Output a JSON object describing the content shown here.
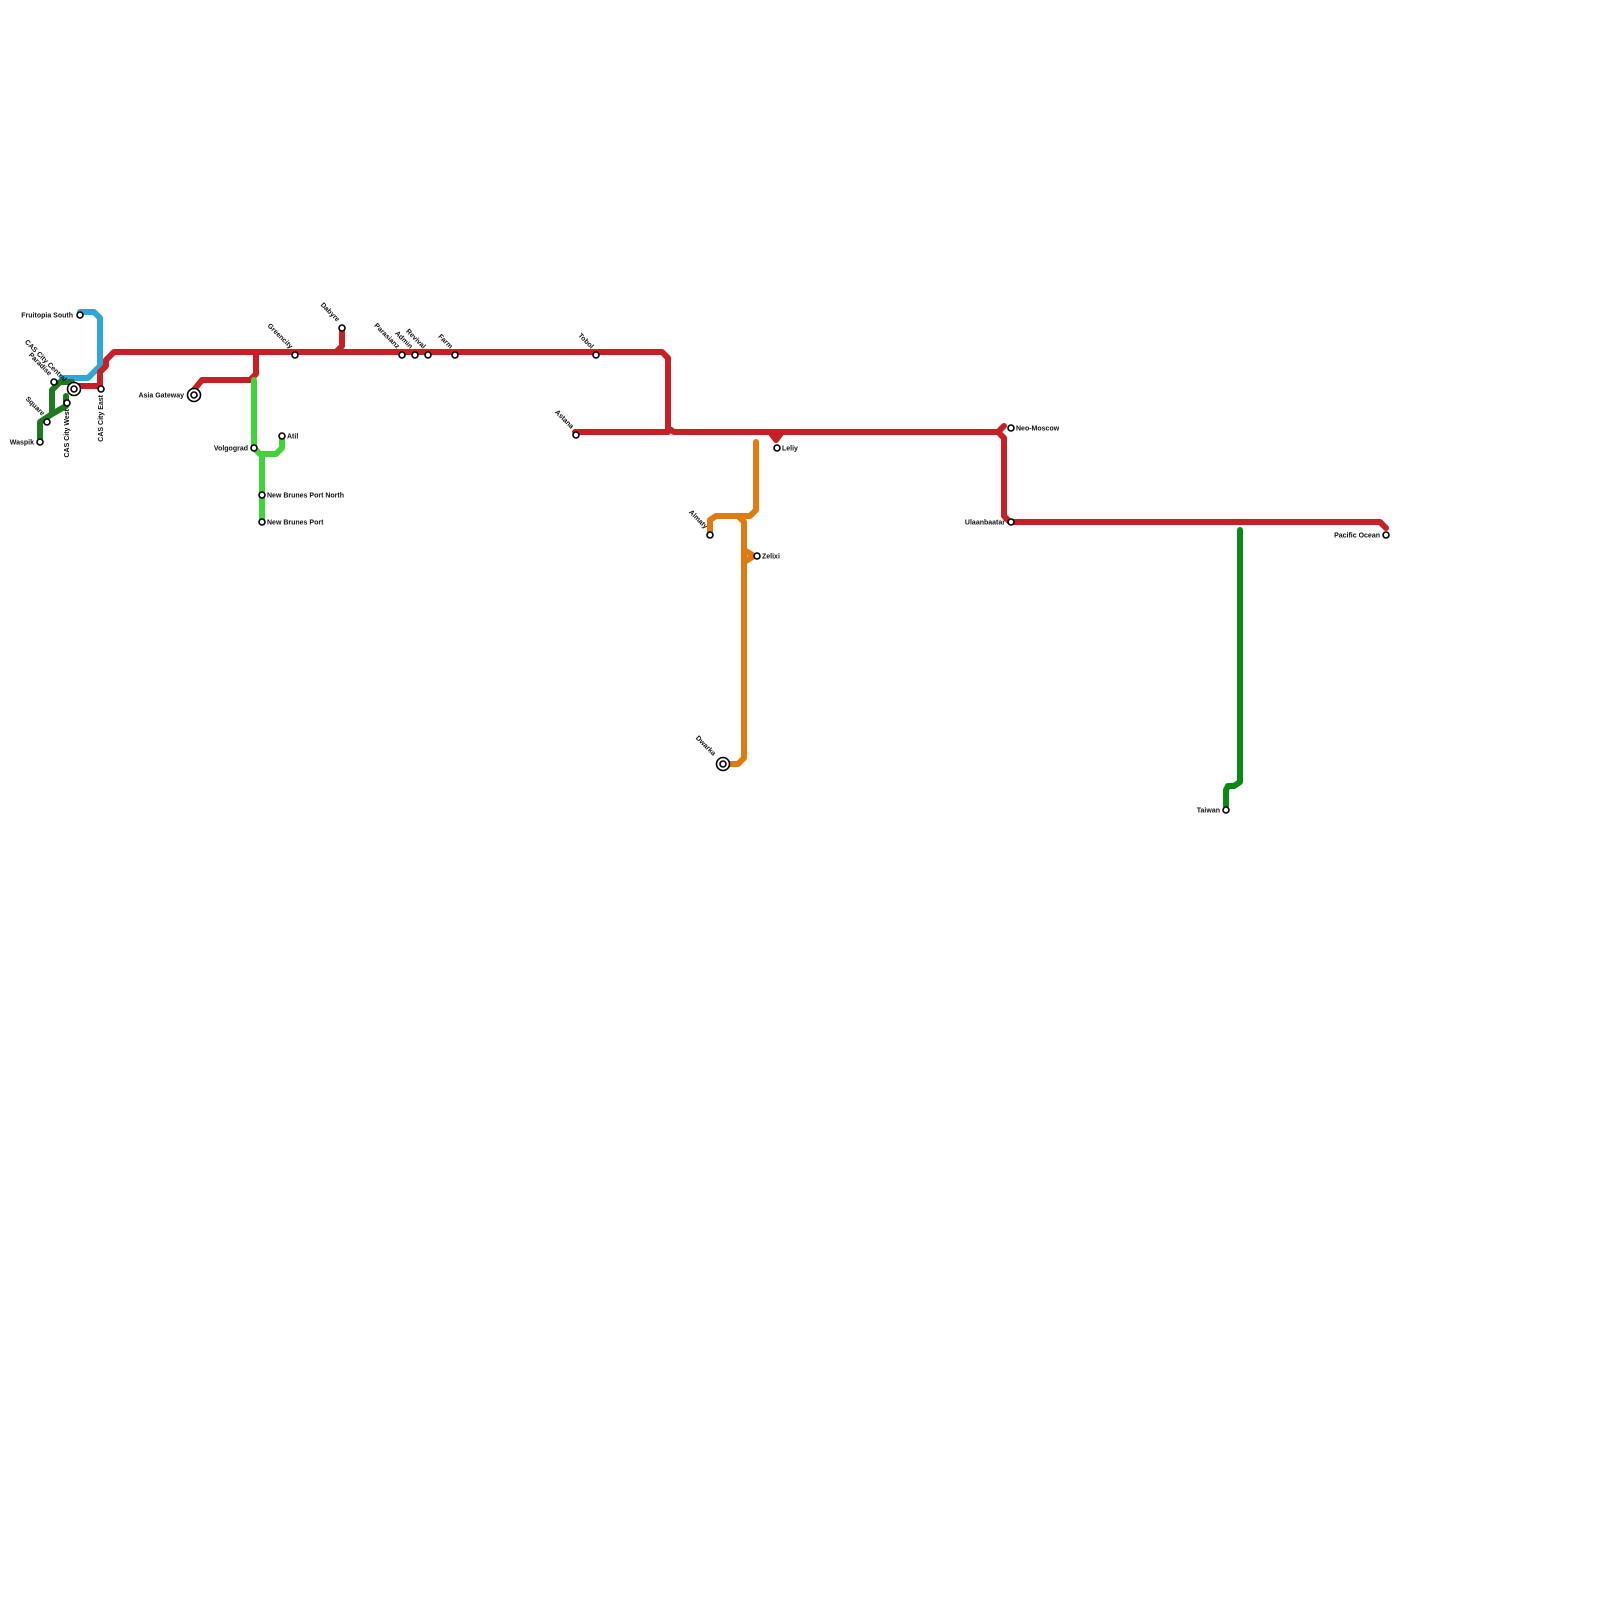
{
  "lines": [
    {
      "id": "red",
      "color": "#c62026"
    },
    {
      "id": "orange",
      "color": "#e07b12"
    },
    {
      "id": "blue",
      "color": "#2ea6d8"
    },
    {
      "id": "lime",
      "color": "#3fd43a"
    },
    {
      "id": "dark-green",
      "color": "#1f7a1f"
    },
    {
      "id": "green",
      "color": "#0a8a12"
    }
  ],
  "stations": {
    "fruitopia_south": "Fruitopia South",
    "cas_city_central": "CAS City Central",
    "paradise": "Paradise",
    "cas_city_east": "CAS City East",
    "cas_city_west": "CAS City West",
    "square": "Square",
    "waspik": "Waspik",
    "asia_gateway": "Asia Gateway",
    "greencity": "Greencity",
    "dabyre": "Dabyre",
    "parasianz": "Parasianz",
    "admin": "Admin",
    "revival": "Revival",
    "farm": "Farm",
    "tobol": "Tobol",
    "astana": "Astana",
    "volgograd": "Volgograd",
    "atil": "Atil",
    "new_brunes_port_north": "New Brunes Port North",
    "new_brunes_port": "New Brunes Port",
    "leliy": "Leliy",
    "neo_moscow": "Neo-Moscow",
    "ulaanbaatar": "Ulaanbaatar",
    "pacific_ocean": "Pacific Ocean",
    "almaty": "Almaty",
    "zelixi": "Zelixi",
    "dwarka": "Dwarka",
    "taiwan": "Taiwan"
  }
}
